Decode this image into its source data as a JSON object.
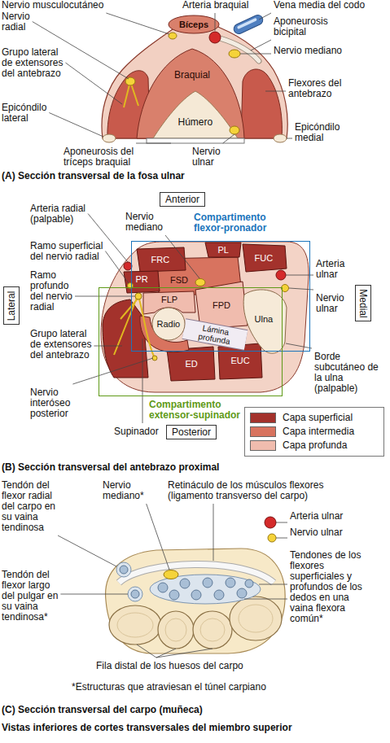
{
  "diagram": {
    "caption": "Vistas inferiores de cortes transversales del miembro superior",
    "nodes": [
      {
        "text": [
          "Anterior"
        ]
      },
      {
        "text": [
          "Compartimento flexor-pronador"
        ]
      },
      {
        "text": [
          "Lateral"
        ]
      },
      {
        "text": [
          "Medial"
        ]
      },
      {
        "text": [
          "Compartimento extensor-supinador"
        ]
      },
      {
        "text": [
          "Posterior"
        ]
      }
    ],
    "labels": [
      "Nervio musculocutáneo",
      "Arteria braquial",
      "Vena media del codo",
      "Bíceps",
      "Aponeurosis bicipital",
      "Nervio radial",
      "Braquial",
      "Nervio mediano",
      "Grupo lateral de extensores del antebrazo",
      "Húmero",
      "Flexores del antebrazo",
      "Epicóndilo lateral",
      "Epicóndilo medial",
      "Aponeurosis del tríceps braquial",
      "Nervio ulnar",
      "(A) Sección transversal de la fosa ulnar",
      "Arteria radial (palpable)",
      "Nervio mediano",
      "Ramo superficial del nervio radial",
      "Ramo profundo del nervio radial",
      "Grupo lateral de extensores del antebrazo",
      "Nervio interóseo posterior",
      "Supinador",
      "Arteria ulnar",
      "Nervio ulnar",
      "Borde subcutáneo de la ulna (palpable)",
      "FRC",
      "PL",
      "FUC",
      "PR",
      "FSD",
      "FLP",
      "FPD",
      "Radio",
      "Ulna",
      "Lámina profunda",
      "ED",
      "EUC",
      "(B) Sección transversal del antebrazo proximal",
      "Tendón del flexor radial del carpo en su vaina tendinosa",
      "Nervio mediano*",
      "Retináculo de los músculos flexores (ligamento transverso del carpo)",
      "Arteria ulnar",
      "Nervio ulnar",
      "Tendón del flexor largo del pulgar en su vaina tendinosa*",
      "Tendones de los flexores superficiales y profundos de los dedos en una vaina flexora común*",
      "Fila distal de los huesos del carpo",
      "*Estructuras que atraviesan el túnel carpiano",
      "(C) Sección transversal del carpo (muñeca)"
    ],
    "legend": [
      {
        "text": "Capa superficial",
        "color": "#a3322c"
      },
      {
        "text": "Capa intermedia",
        "color": "#d8735f"
      },
      {
        "text": "Capa profunda",
        "color": "#f0bcae"
      }
    ]
  }
}
